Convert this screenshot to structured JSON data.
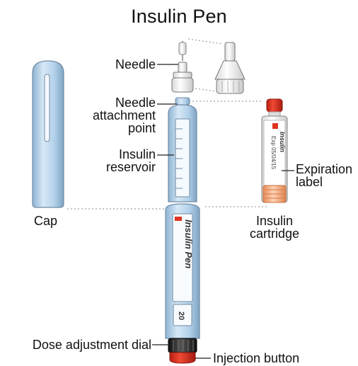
{
  "title": "Insulin Pen",
  "labels": {
    "needle": "Needle",
    "needle_attachment_point": [
      "Needle",
      "attachment",
      "point"
    ],
    "insulin_reservoir": [
      "Insulin",
      "reservoir"
    ],
    "cap": "Cap",
    "expiration_label": [
      "Expiration",
      "label"
    ],
    "insulin_cartridge": [
      "Insulin",
      "cartridge"
    ],
    "dose_adjustment_dial": "Dose adjustment dial",
    "injection_button": "Injection button"
  },
  "pen_text": {
    "barrel_brand": "Insulin Pen",
    "cartridge_brand": "Insulin",
    "cartridge_exp": "Exp 05/04/15",
    "dial_window": "20"
  },
  "colors": {
    "pen_blue": "#aecde6",
    "pen_outline": "#6f8aa3",
    "accent_red": "#e0321f",
    "cartridge_orange": "#f5a77a",
    "dial_dark": "#2a2a2a"
  }
}
